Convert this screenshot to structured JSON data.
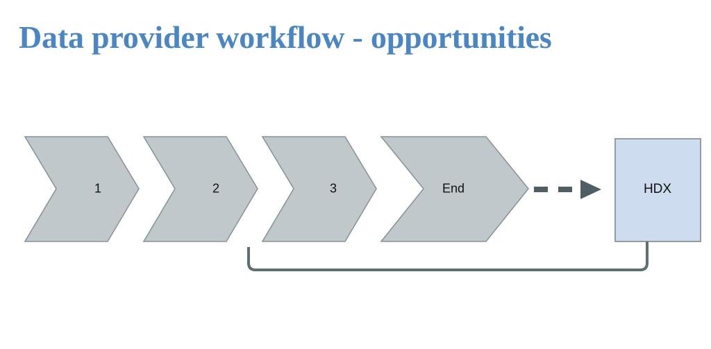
{
  "slide": {
    "title": "Data provider workflow - opportunities",
    "background_color": "#ffffff",
    "title_color": "#4a86c4"
  },
  "diagram": {
    "type": "chevron-process-flow",
    "chevron_fill": "#c0c8cc",
    "chevron_stroke": "#8a949a",
    "box_fill": "#cddcee",
    "box_stroke": "#8a949a",
    "connector_color": "#4f5e63",
    "steps": [
      {
        "label": "1",
        "name": "step-1"
      },
      {
        "label": "2",
        "name": "step-2"
      },
      {
        "label": "3",
        "name": "step-3"
      },
      {
        "label": "End",
        "name": "step-end"
      }
    ],
    "target": {
      "label": "HDX",
      "name": "hdx-box"
    },
    "connectors": [
      {
        "name": "dashed-arrow",
        "style": "dashed",
        "from": "step-end",
        "to": "hdx-box"
      },
      {
        "name": "feedback-bracket",
        "style": "solid",
        "from": "hdx-box",
        "to": "step-3"
      }
    ]
  }
}
